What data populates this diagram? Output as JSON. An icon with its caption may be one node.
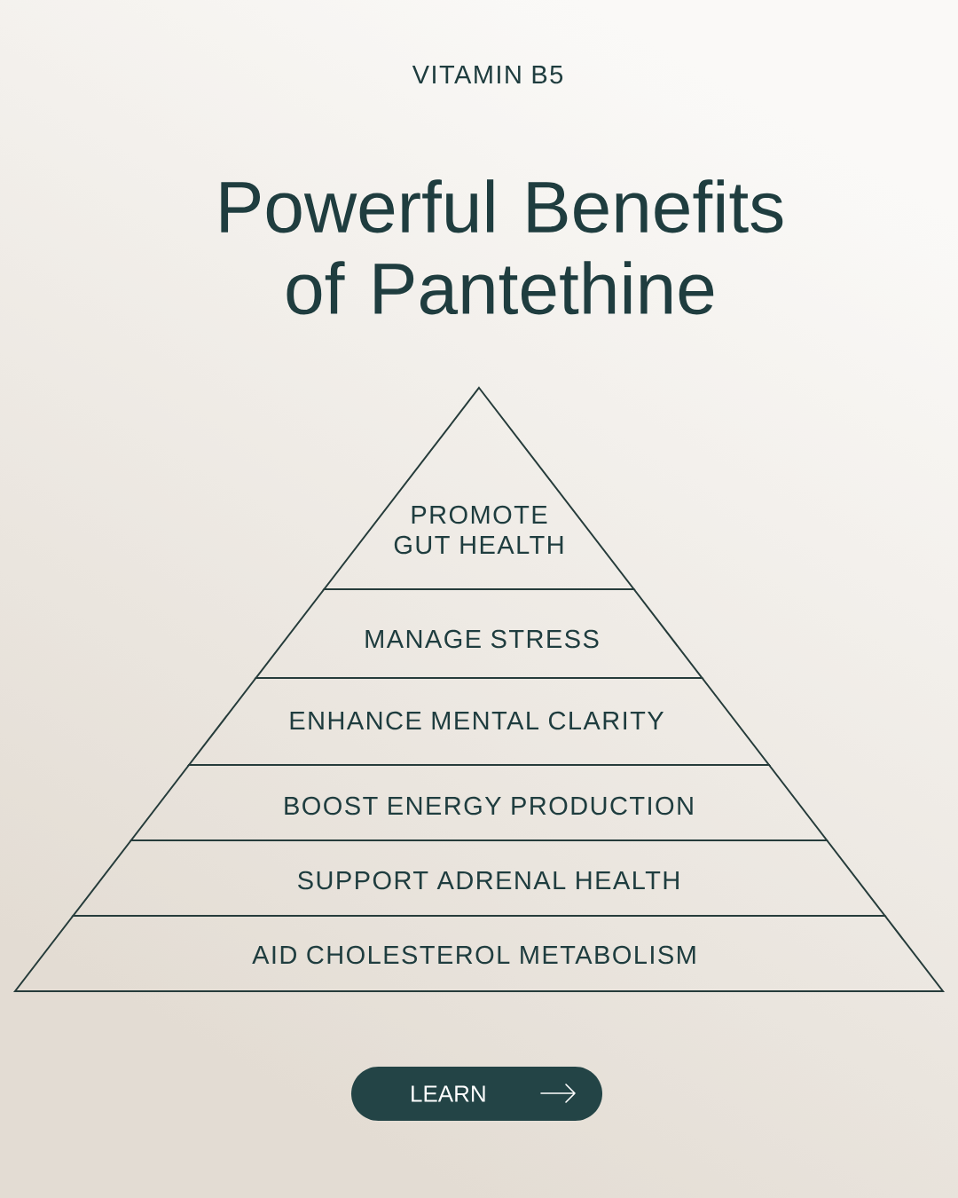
{
  "diagram": {
    "title": "Powerful Benefits of Pantethine",
    "nodes": [
      {
        "text": [
          "PROMOTE GUT HEALTH"
        ]
      },
      {
        "text": [
          "MANAGE STRESS"
        ]
      },
      {
        "text": [
          "ENHANCE MENTAL CLARITY"
        ]
      },
      {
        "text": [
          "BOOST ENERGY PRODUCTION"
        ]
      },
      {
        "text": [
          "SUPPORT ADRENAL HEALTH"
        ]
      },
      {
        "text": [
          "AID CHOLESTEROL METABOLISM"
        ]
      },
      {
        "text": [
          "LEARN"
        ]
      }
    ],
    "labels": [
      "VITAMIN B5"
    ]
  }
}
